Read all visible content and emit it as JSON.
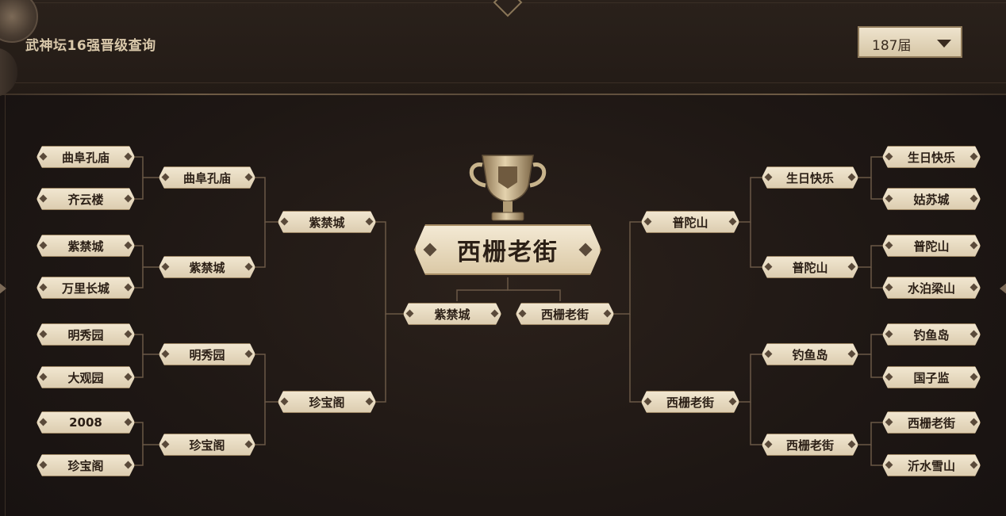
{
  "header": {
    "title": "武神坛16强晋级查询",
    "season_select": {
      "selected": "187届"
    }
  },
  "bracket": {
    "champion": "西栅老街",
    "final": {
      "left": "紫禁城",
      "right": "西栅老街"
    },
    "left": {
      "round16": [
        "曲阜孔庙",
        "齐云楼",
        "紫禁城",
        "万里长城",
        "明秀园",
        "大观园",
        "2008",
        "珍宝阁"
      ],
      "quarter": [
        "曲阜孔庙",
        "紫禁城",
        "明秀园",
        "珍宝阁"
      ],
      "semi": [
        "紫禁城",
        "珍宝阁"
      ]
    },
    "right": {
      "round16": [
        "生日快乐",
        "姑苏城",
        "普陀山",
        "水泊梁山",
        "钓鱼岛",
        "国子监",
        "西栅老街",
        "沂水雪山"
      ],
      "quarter": [
        "生日快乐",
        "普陀山",
        "钓鱼岛",
        "西栅老街"
      ],
      "semi": [
        "普陀山",
        "西栅老街"
      ]
    }
  },
  "colors": {
    "background": "#1e1714",
    "tag_fill": "#e8dcc2",
    "tag_text": "#2b1f16",
    "title_text": "#d9c8aa"
  }
}
